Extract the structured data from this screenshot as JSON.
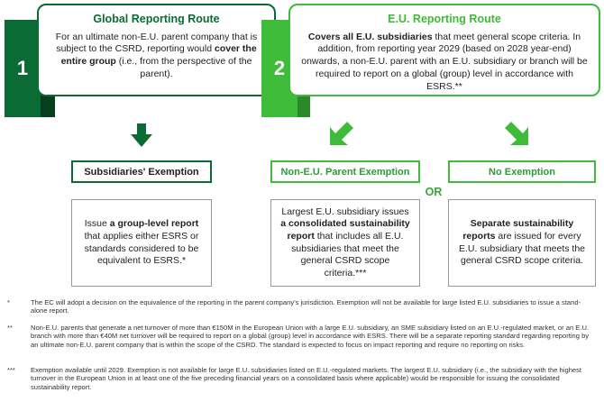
{
  "colors": {
    "dark_green": "#0b6b34",
    "dark_green_shadow": "#053f1e",
    "light_green": "#3fbb3a",
    "light_green_shadow": "#2a8a29",
    "mid_green": "#2f9a3a",
    "text": "#1f1f1f"
  },
  "route1": {
    "number": "1",
    "title": "Global Reporting Route",
    "body_pre": "For an ultimate non-E.U. parent company that is subject to the CSRD, reporting would ",
    "body_bold": "cover the entire group",
    "body_post": " (i.e., from the perspective of the parent)."
  },
  "route2": {
    "number": "2",
    "title": "E.U. Reporting Route",
    "body_bold": "Covers all E.U. subsidiaries",
    "body_post": " that meet general scope criteria. In addition, from reporting year 2029 (based on 2028 year-end) onwards, a non-E.U. parent with an E.U. subsidiary or branch will be required to report on a global (group) level in accordance with ESRS.**"
  },
  "exemptions": [
    {
      "label": "Subsidiaries' Exemption",
      "pre": "Issue ",
      "bold": "a group-level report",
      "post": " that applies either ESRS or standards considered to be equivalent to ESRS.*"
    },
    {
      "label": "Non-E.U. Parent Exemption",
      "pre": "Largest E.U. subsidiary issues ",
      "bold": "a consolidated sustainability report",
      "post": " that includes all E.U. subsidiaries that meet the general CSRD scope criteria.***"
    },
    {
      "label": "No Exemption",
      "pre": "",
      "bold": "Separate sustainability reports",
      "post": " are issued for every E.U. subsidiary that meets the general CSRD scope criteria."
    }
  ],
  "or_label": "OR",
  "footnotes": [
    {
      "mark": "*",
      "text": "The EC will adopt a decision on the equivalence of the reporting in the parent company's jurisdiction. Exemption will not be available for large listed E.U. subsidiaries to issue a stand-alone report."
    },
    {
      "mark": "**",
      "text": "Non-E.U. parents that generate a net turnover of more than €150M in the European Union with a large E.U. subsidiary, an SME subsidiary listed on an E.U.-regulated market, or an E.U. branch with more than €40M net turnover will be required to report on a global (group) level in accordance with ESRS. There will be a separate reporting standard regarding reporting by an ultimate non-E.U. parent company that is within the scope of the CSRD. The standard is expected to focus on impact reporting and require no reporting on risks."
    },
    {
      "mark": "***",
      "text": "Exemption available until 2029. Exemption is not available for large E.U. subsidiaries listed on E.U.-regulated markets. The largest E.U. subsidiary (i.e., the subsidiary with the highest turnover in the European Union in at least one of the five preceding financial years on a consolidated basis where applicable) would be responsible for issuing the consolidated sustainability report."
    }
  ]
}
